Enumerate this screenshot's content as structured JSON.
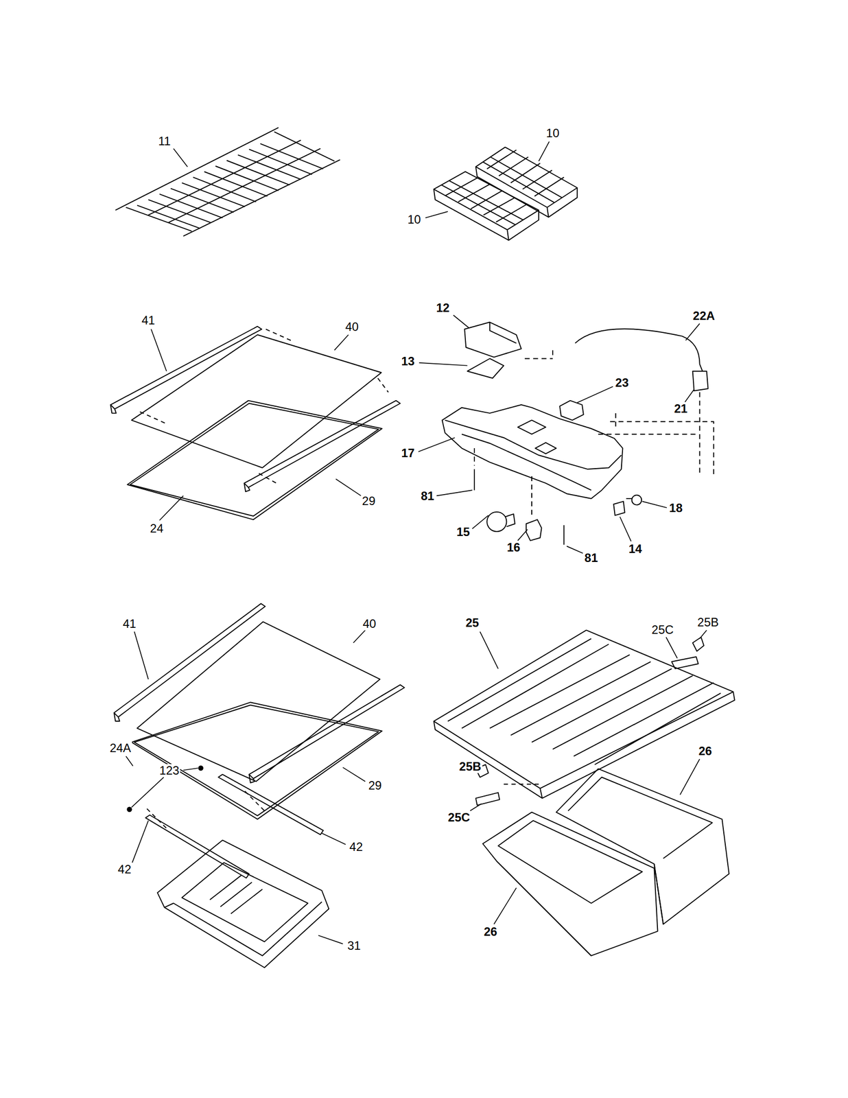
{
  "diagram": {
    "labels": [
      "11",
      "10",
      "10",
      "41",
      "40",
      "12",
      "22A",
      "13",
      "23",
      "21",
      "17",
      "29",
      "81",
      "18",
      "24",
      "15",
      "16",
      "14",
      "81",
      "41",
      "40",
      "25",
      "25B",
      "25C",
      "26",
      "24A",
      "123",
      "25B",
      "29",
      "25C",
      "42",
      "42",
      "26",
      "31"
    ]
  }
}
